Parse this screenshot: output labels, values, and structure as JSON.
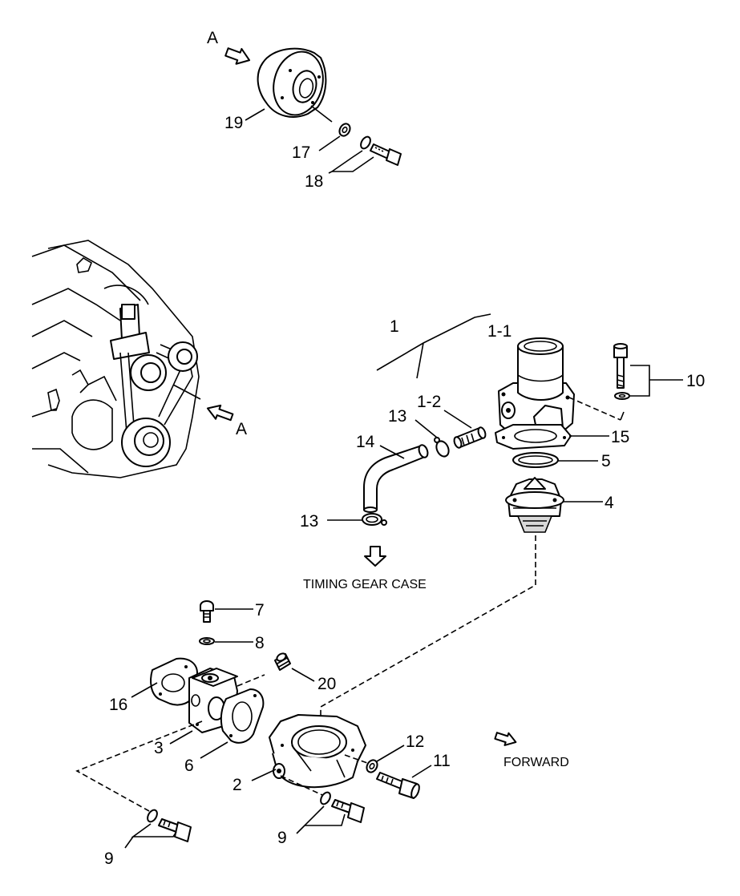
{
  "labels": {
    "p1": "1",
    "p1_1": "1-1",
    "p1_2": "1-2",
    "p2": "2",
    "p3": "3",
    "p4": "4",
    "p5": "5",
    "p6": "6",
    "p7": "7",
    "p8": "8",
    "p9a": "9",
    "p9b": "9",
    "p10": "10",
    "p11": "11",
    "p12": "12",
    "p13a": "13",
    "p13b": "13",
    "p14": "14",
    "p15": "15",
    "p16": "16",
    "p17": "17",
    "p18": "18",
    "p19": "19",
    "p20": "20"
  },
  "view_markers": {
    "a_top": "A",
    "a_engine": "A"
  },
  "captions": {
    "timing_gear_case": "TIMING GEAR CASE",
    "forward": "FORWARD"
  }
}
